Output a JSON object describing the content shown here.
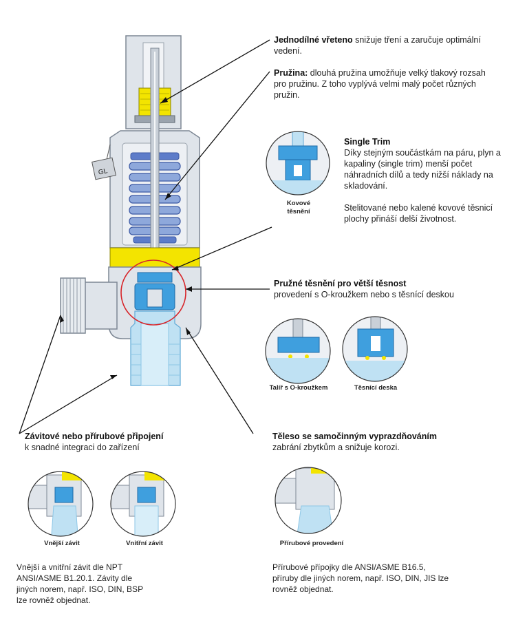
{
  "colors": {
    "body_gray": "#dfe4ea",
    "body_outline": "#7d8794",
    "trim_blue": "#3f9fde",
    "outlet_blue": "#bfe1f3",
    "yellow": "#f3e400",
    "spring_blue": "#8ea8db",
    "highlight_red": "#d7262b"
  },
  "callouts": {
    "spindle": {
      "title": "Jednodílné vřeteno",
      "text": "snižuje tření a zaručuje optimální vedení."
    },
    "spring": {
      "title": "Pružina:",
      "text": "dlouhá pružina umožňuje velký tlakový rozsah pro pružinu. Z toho vyplývá velmi malý počet různých pružin."
    },
    "single_trim": {
      "title": "Single Trim",
      "text": "Díky stejným součástkám na páru, plyn a kapaliny (single trim) menší počet náhradních dílů a tedy nižší náklady na skladování.",
      "note": "Stelitované nebo kalené kovové těsnicí plochy přináší delší životnost."
    },
    "elastic": {
      "title": "Pružné těsnění pro větší těsnost",
      "text": "provedení s O-kroužkem nebo s těsnící deskou"
    },
    "connection": {
      "title": "Závitové nebo přírubové připojení",
      "text": "k snadné integraci do zařízení"
    },
    "drain": {
      "title": "Těleso se samočinným vyprazdňováním",
      "text": "zabrání zbytkům a snižuje korozi."
    }
  },
  "captions": {
    "metal_seal": [
      "Kovové",
      "těsnění"
    ],
    "oring_disc": "Talíř s O-kroužkem",
    "seal_plate": "Těsnící deska",
    "external_thread": "Vnější závit",
    "internal_thread": "Vnitřní závit",
    "flanged": "Přírubové provedení"
  },
  "labels": {
    "gl": "GL"
  },
  "notes": {
    "thread": "Vnější a vnitřní závit dle NPT ANSI/ASME B1.20.1. Závity dle jiných norem, např. ISO, DIN, BSP lze rovněž objednat.",
    "flange": "Přírubové přípojky dle ANSI/ASME B16.5, příruby dle jiných norem, např. ISO, DIN, JIS lze rovněž objednat."
  }
}
